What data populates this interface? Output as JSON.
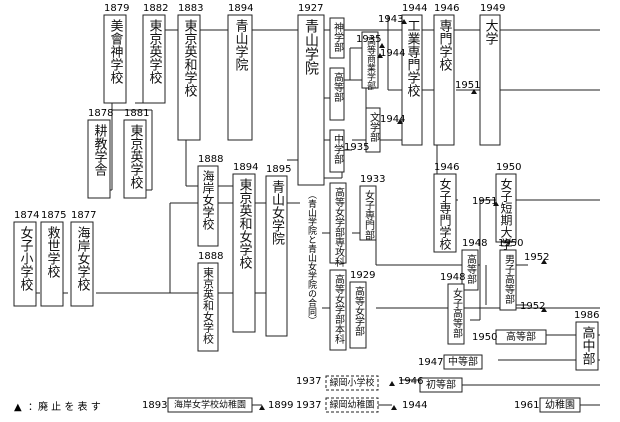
{
  "legend": {
    "symbol": "▲",
    "text": "：廃 止 を 表 す"
  },
  "years": {
    "y1874": "1874",
    "y1875": "1875",
    "y1877": "1877",
    "y1878": "1878",
    "y1879": "1879",
    "y1881": "1881",
    "y1882": "1882",
    "y1883": "1883",
    "y1888a": "1888",
    "y1888b": "1888",
    "y1893": "1893",
    "y1894a": "1894",
    "y1894b": "1894",
    "y1895": "1895",
    "y1899": "1899",
    "y1927": "1927",
    "y1929": "1929",
    "y1933": "1933",
    "y1935a": "1935",
    "y1935b": "1935",
    "y1937a": "1937",
    "y1937b": "1937",
    "y1943": "1943",
    "y1944a": "1944",
    "y1944b": "1944",
    "y1944c": "1944",
    "y1944d": "1944",
    "y1946a": "1946",
    "y1946b": "1946",
    "y1946c": "1946",
    "y1947": "1947",
    "y1948a": "1948",
    "y1948b": "1948",
    "y1949": "1949",
    "y1950a": "1950",
    "y1950b": "1950",
    "y1950c": "1950",
    "y1951a": "1951",
    "y1951b": "1951",
    "y1952a": "1952",
    "y1952b": "1952",
    "y1961": "1961",
    "y1986": "1986"
  },
  "schools": {
    "joshi_shogakko": "女子小学校",
    "kyusei_gakko": "救世学校",
    "kaigan_jogakko_1877": "海岸女学校",
    "kosho_gakusha": "耕教学舎",
    "bika_shingakko": "美會神学校",
    "tokyo_eigakko_1882": "東京英学校",
    "tokyo_eigakko_1881": "東京英学校",
    "tokyo_eiwa_gakko": "東京英和学校",
    "kaigan_jogakko_1888": "海岸女学校",
    "tokyo_eiwa_jogakko_1888": "東京英和女学校",
    "tokyo_eiwa_jogakko_1894": "東京英和女学校",
    "aoyama_gakuin_1894": "青山学院",
    "aoyama_jogakuin": "青山女学院",
    "aoyama_gakuin_1927": "青山学院",
    "aoyama_gakuin_note": "（青山学院と青山女学院の合同）",
    "shingakubu": "神学部",
    "kotobu": "高等部",
    "koto_shogyo_gakubu": "高等商業学部",
    "bungakubu": "文学部",
    "chugakubu": "中学部",
    "koto_jogakubu_senkoka": "高等女学部専攻科",
    "koto_jogakubu_honka": "高等女学部本科",
    "joshi_senmonbu": "女子専門部",
    "koto_jogakubu": "高等女学部",
    "kogyo_senmon_gakko": "工業専門学校",
    "senmon_gakko": "専門学校",
    "daigaku": "大学",
    "joshi_senmon_gakko": "女子専門学校",
    "joshi_tanki_daigaku": "女子短期大学",
    "kotobu_1948": "高等部",
    "danshi_kotobu": "男子高等部",
    "joshi_kotobu": "女子高等部",
    "kotobu_1950": "高等部",
    "chutobu": "中等部",
    "shotobu": "初等部",
    "kochubu": "高中部",
    "midorioka_shogakko": "緑岡小学校",
    "midorioka_yochien": "緑岡幼稚園",
    "kaigan_yochien": "海岸女学校幼稚園",
    "yochien": "幼稚園"
  }
}
